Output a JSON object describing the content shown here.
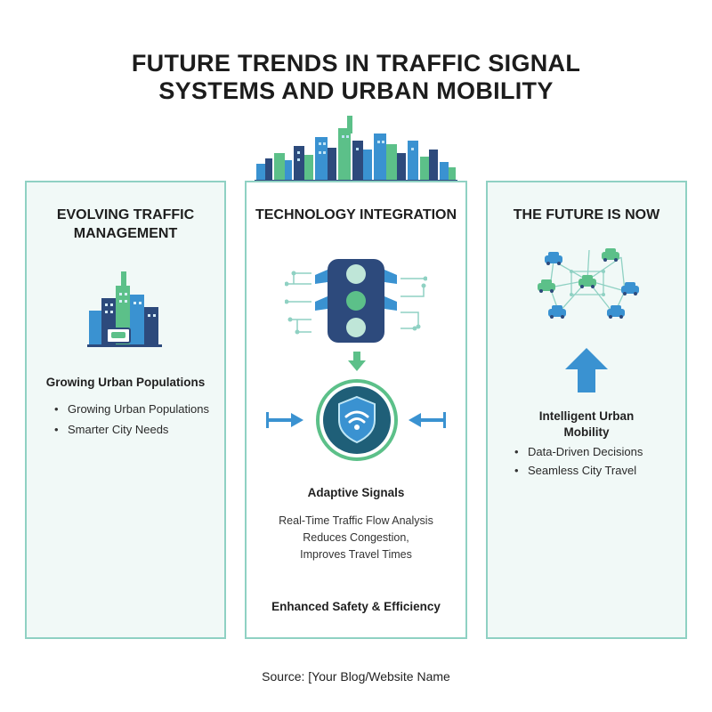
{
  "title": {
    "line1": "FUTURE TRENDS IN TRAFFIC SIGNAL",
    "line2": "SYSTEMS AND URBAN MOBILITY"
  },
  "colors": {
    "panel_border": "#8fd1c3",
    "panel_fill": "#f1f9f7",
    "accent_blue": "#3a92d1",
    "accent_green": "#5cc089",
    "navy": "#2d4a7c"
  },
  "left_panel": {
    "title_line1": "EVOLVING TRAFFIC",
    "title_line2": "MANAGEMENT",
    "icon": "city-skyline-icon",
    "subheading": "Growing Urban Populations",
    "bullets": [
      "Growing Urban Populations",
      "Smarter City Needs"
    ]
  },
  "middle_panel": {
    "title": "TECHNOLOGY INTEGRATION",
    "icons": [
      "traffic-light-icon",
      "arrow-down-icon",
      "wifi-shield-icon",
      "arrow-right-icon",
      "arrow-left-icon"
    ],
    "subheading": "Adaptive Signals",
    "text_line1": "Real-Time Traffic Flow Analysis",
    "text_line2": "Reduces Congestion,",
    "text_line3": "Improves Travel Times",
    "closing": "Enhanced Safety & Efficiency"
  },
  "right_panel": {
    "title": "THE FUTURE IS NOW",
    "icons": [
      "connected-cars-network-icon",
      "arrow-up-icon"
    ],
    "subheading_line1": "Intelligent Urban",
    "subheading_line2": "Mobility",
    "bullets": [
      "Data-Driven Decisions",
      "Seamless City Travel"
    ]
  },
  "footer": "Source: [Your Blog/Website Name"
}
